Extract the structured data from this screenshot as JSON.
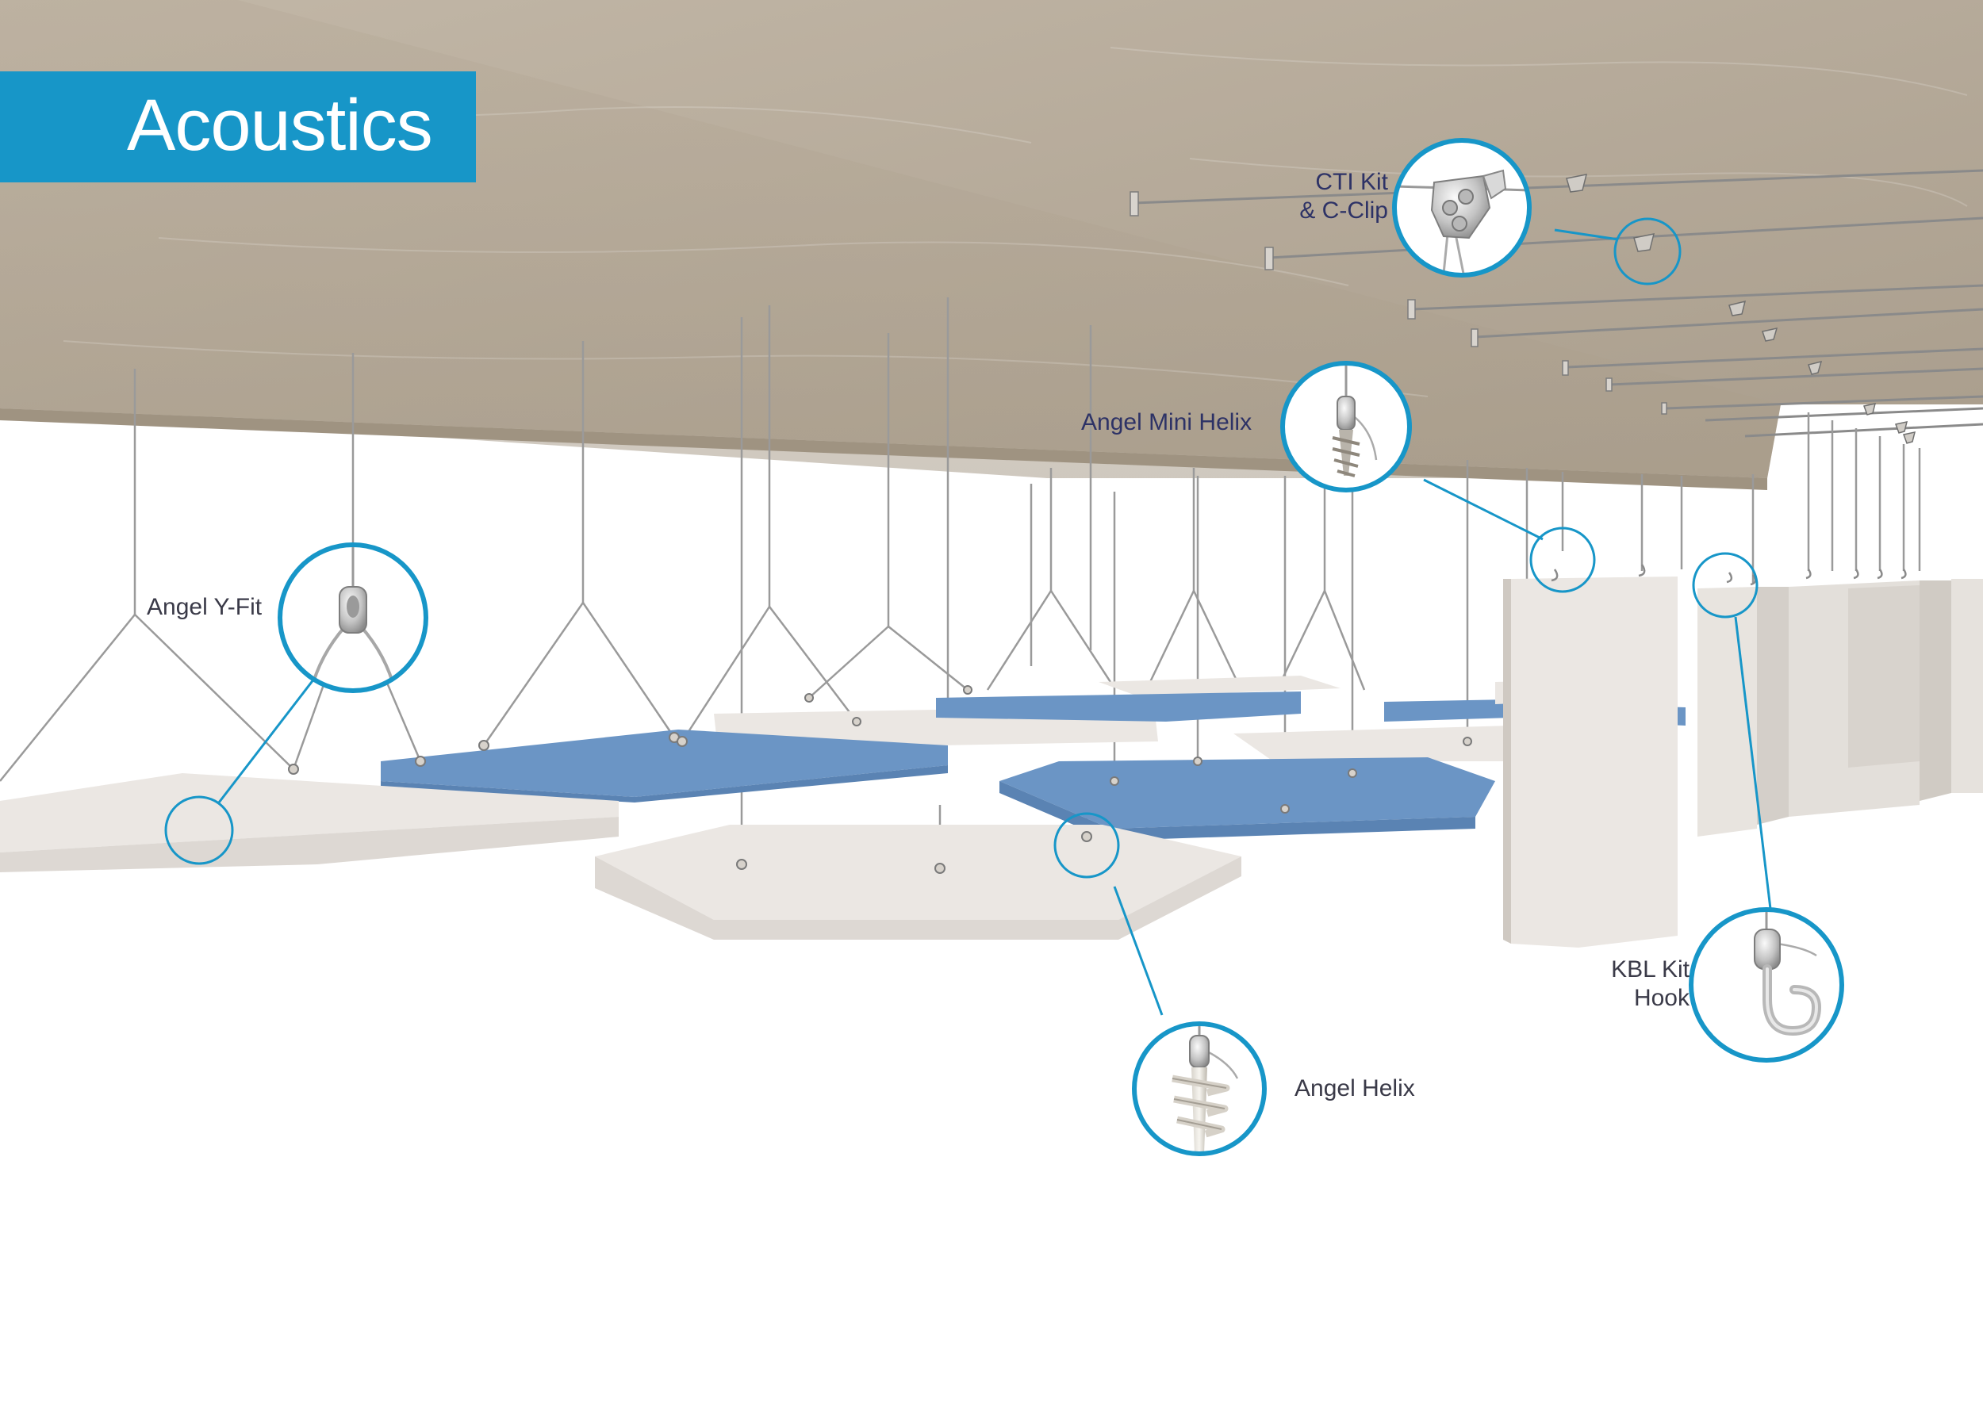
{
  "title": "Acoustics",
  "colors": {
    "accent": "#1796c8",
    "concrete": "#b3a796",
    "panel_blue": "#6b95c5",
    "panel_white": "#ebe7e3"
  },
  "callouts": [
    {
      "id": "cti-kit",
      "line1": "CTI Kit",
      "line2": "& C-Clip",
      "icon": "c-clip-icon"
    },
    {
      "id": "angel-mini-helix",
      "line1": "Angel Mini Helix",
      "icon": "mini-helix-icon"
    },
    {
      "id": "angel-y-fit",
      "line1": "Angel Y-Fit",
      "icon": "y-fit-icon"
    },
    {
      "id": "angel-helix",
      "line1": "Angel Helix",
      "icon": "helix-anchor-icon"
    },
    {
      "id": "kbl-kit",
      "line1": "KBL Kit",
      "line2": "Hook",
      "icon": "snap-hook-icon"
    }
  ]
}
